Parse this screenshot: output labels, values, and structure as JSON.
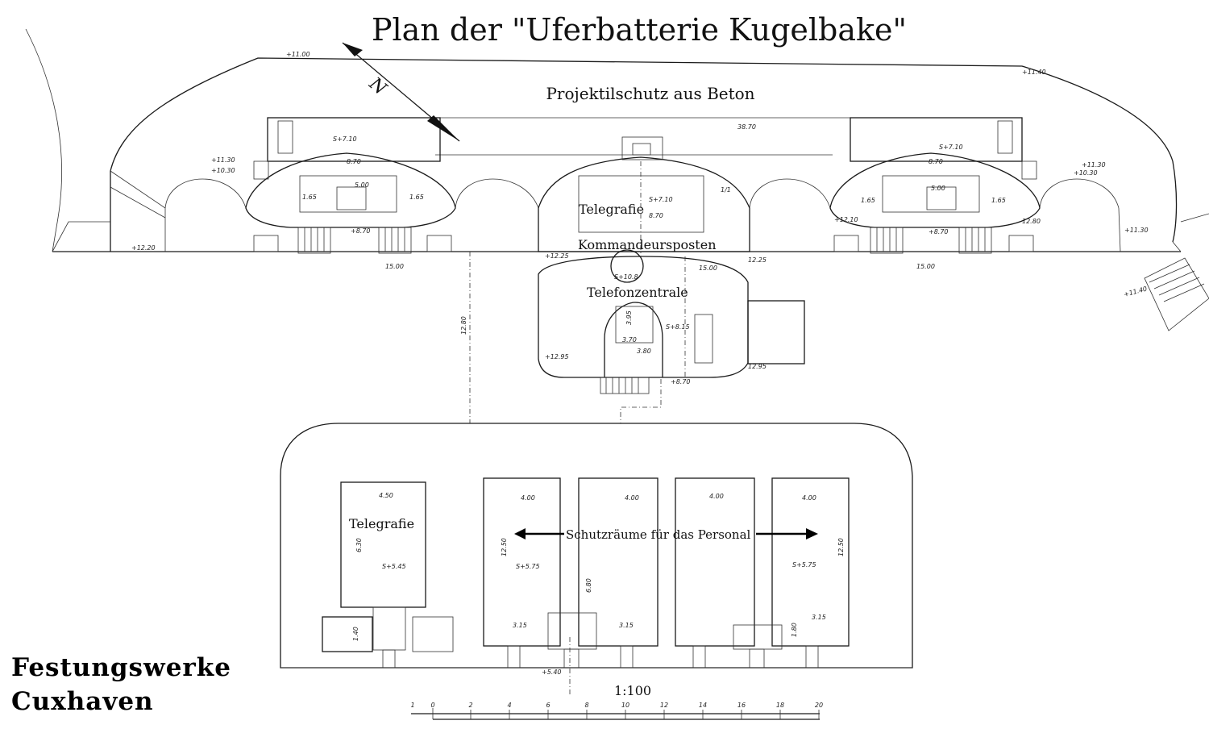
{
  "title": "Plan der \"Uferbatterie Kugelbake\"",
  "labels": {
    "projektilschutz": "Projektilschutz aus Beton",
    "telegrafie_top": "Telegrafie",
    "kommandeursposten": "Kommandeursposten",
    "telefonzentrale": "Telefonzentrale",
    "telegrafie_bottom": "Telegrafie",
    "schutzraeume": "Schutzräume für das Personal"
  },
  "north_symbol": "N",
  "scale_text": "1:100",
  "scale_ticks": [
    "1",
    "0",
    "2",
    "4",
    "6",
    "8",
    "10",
    "12",
    "14",
    "16",
    "18",
    "20"
  ],
  "stamp": {
    "line1": "Festungswerke",
    "line2": "Cuxhaven"
  },
  "dimensions": {
    "d_11_00": "+11.00",
    "d_11_40_left": "+11.40",
    "d_11_40_right": "+11.40",
    "d_38_70": "38.70",
    "d_s_7_10_left": "S+7.10",
    "d_s_7_10_right": "S+7.10",
    "d_s_7_10_mid": "S+7.10",
    "d_8_70_a": "8.70",
    "d_8_70_b": "8.70",
    "d_8_70_c": "8.70",
    "d_1_65_a": "1.65",
    "d_1_65_b": "1.65",
    "d_1_65_c": "1.65",
    "d_1_65_d": "1.65",
    "d_5_00_a": "5.00",
    "d_5_00_b": "5.00",
    "d_15_00_a": "15.00",
    "d_15_00_b": "15.00",
    "d_15_00_c": "15.00",
    "d_12_25_a": "+12.25",
    "d_12_25_b": "12.25",
    "d_s_10_8": "S+10.8",
    "d_s_8_15": "S+8.15",
    "d_12_95_a": "+12.95",
    "d_12_95_b": "12.95",
    "d_8_70_d": "+8.70",
    "d_8_70_e": "+8.70",
    "d_8_70_f": "+8.70",
    "d_12_20_a": "+12.20",
    "d_12_10": "+12.10",
    "d_11_30_a": "+11.30",
    "d_11_30_b": "+11.30",
    "d_11_30_c": "+11.30",
    "d_10_30_a": "+10.30",
    "d_10_30_b": "+10.30",
    "d_12_80": "12.80",
    "d_4_50": "4.50",
    "d_4_00_a": "4.00",
    "d_4_00_b": "4.00",
    "d_4_00_c": "4.00",
    "d_4_00_d": "4.00",
    "d_6_30": "6.30",
    "d_12_50_a": "12.50",
    "d_12_50_b": "12.50",
    "d_6_80": "6.80",
    "d_s_5_45": "S+5.45",
    "d_s_5_75_a": "S+5.75",
    "d_s_5_75_b": "S+5.75",
    "d_3_15_a": "3.15",
    "d_3_15_b": "3.15",
    "d_3_15_c": "3.15",
    "d_1_40": "1.40",
    "d_1_80": "1.80",
    "d_5_40": "+5.40",
    "d_3_70": "3.70",
    "d_3_80": "3.80",
    "d_3_95": "3.95",
    "d_1_1": "1/1"
  }
}
